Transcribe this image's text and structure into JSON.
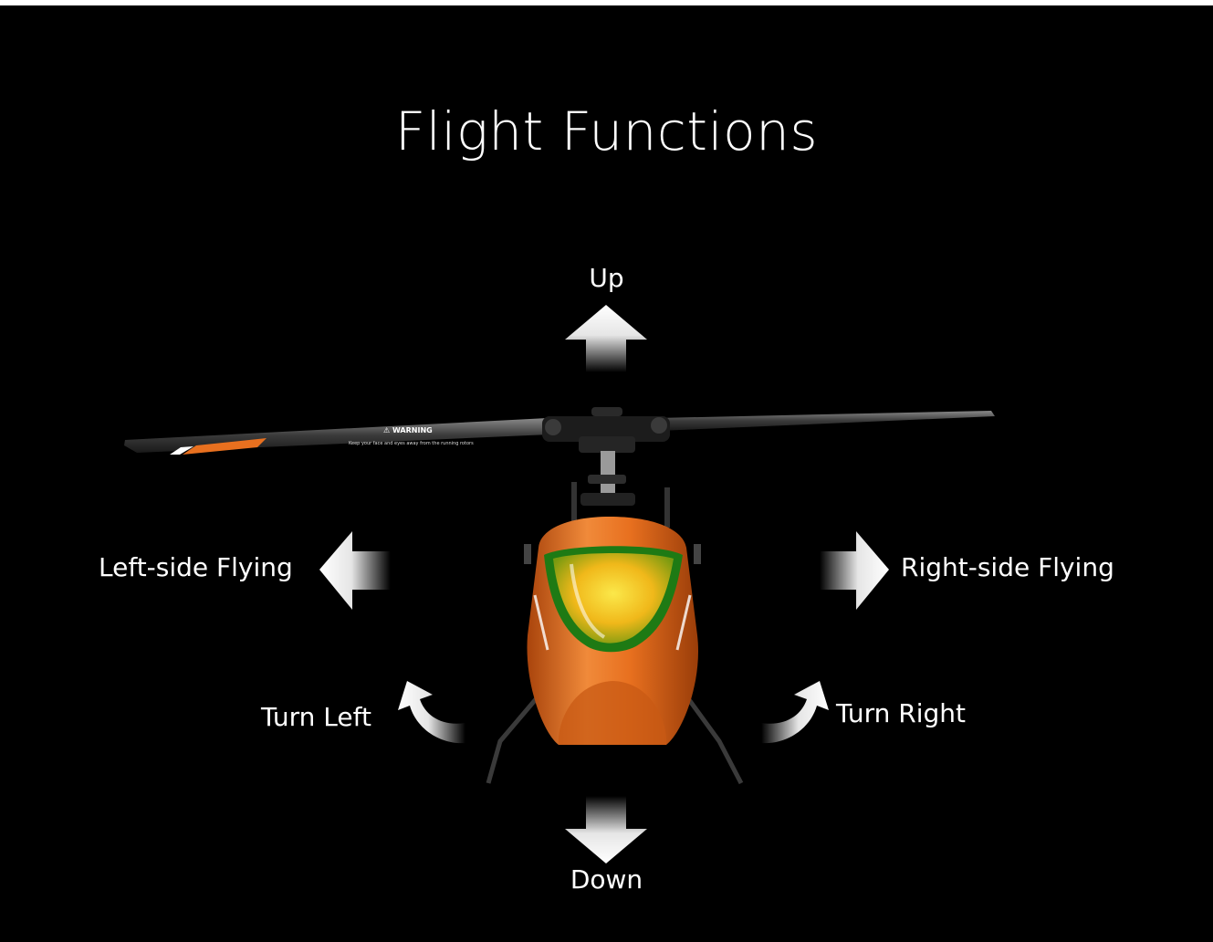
{
  "page": {
    "title": "Flight Functions",
    "background_color": "#000000"
  },
  "directions": {
    "up": "Up",
    "down": "Down",
    "left_side": "Left-side Flying",
    "right_side": "Right-side Flying",
    "turn_left": "Turn Left",
    "turn_right": "Turn Right"
  },
  "helicopter": {
    "blade_warning": "⚠ WARNING",
    "blade_note": "Keep your face and eyes away from the running rotors",
    "body_color": "#e8701f",
    "canopy_color": "#f3c21c",
    "icon": "rc-helicopter-icon"
  },
  "colors": {
    "arrow": "#ffffff",
    "text": "#ffffff",
    "accent": "#e8701f"
  }
}
